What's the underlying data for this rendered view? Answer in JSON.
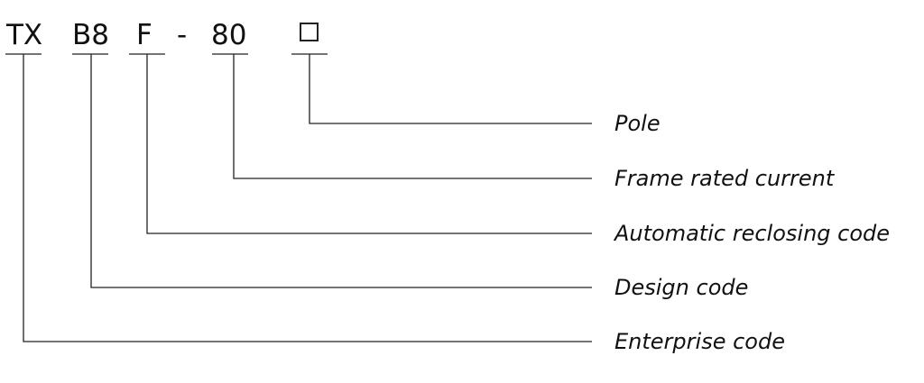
{
  "code_parts": {
    "enterprise": "TX",
    "design": "B8",
    "reclosing": "F",
    "separator": "-",
    "current": "80"
  },
  "labels": {
    "pole": "Pole",
    "frame_current": "Frame rated current",
    "reclosing": "Automatic reclosing code",
    "design": "Design code",
    "enterprise": "Enterprise code"
  },
  "icons": {
    "pole_placeholder": "square-placeholder-icon"
  }
}
